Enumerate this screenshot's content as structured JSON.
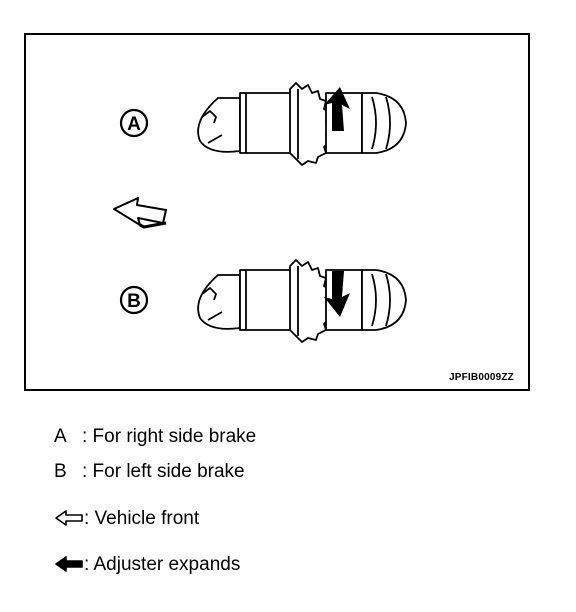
{
  "figure": {
    "callout_a": "A",
    "callout_b": "B",
    "code": "JPFIB0009ZZ"
  },
  "legend": [
    {
      "key": "A",
      "text": ": For right side brake"
    },
    {
      "key": "B",
      "text": ": For left side brake"
    },
    {
      "icon": "outline-arrow-left-icon",
      "text": ": Vehicle front"
    },
    {
      "icon": "solid-arrow-left-icon",
      "text": ": Adjuster expands"
    }
  ]
}
